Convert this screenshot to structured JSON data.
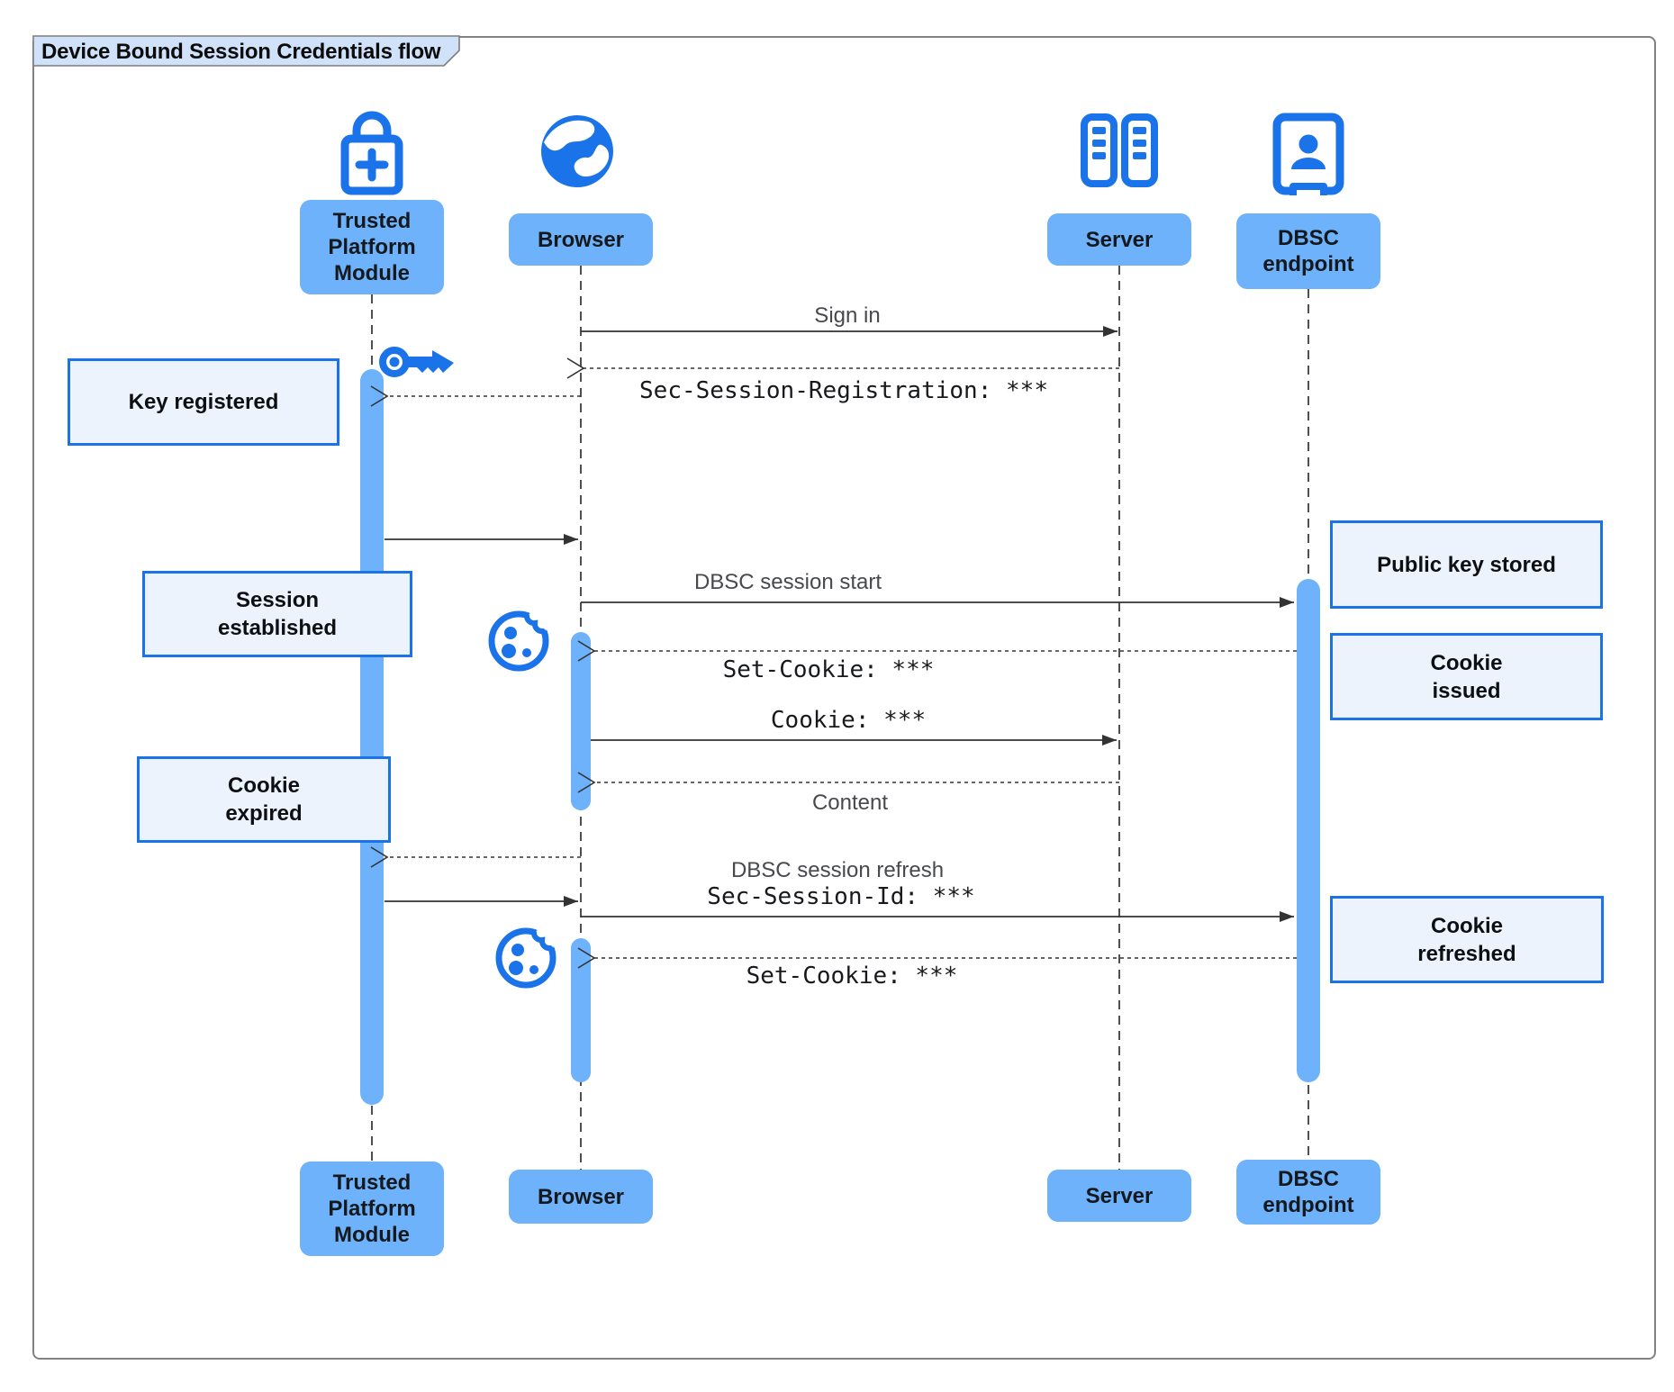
{
  "title": "Device Bound Session Credentials flow",
  "participants": {
    "tpm": {
      "label": "Trusted\nPlatform\nModule",
      "icon": "lock-plus-icon"
    },
    "browser": {
      "label": "Browser",
      "icon": "globe-icon"
    },
    "server": {
      "label": "Server",
      "icon": "server-racks-icon"
    },
    "dbsc": {
      "label": "DBSC\nendpoint",
      "icon": "kiosk-person-icon"
    }
  },
  "messages": {
    "sign_in": "Sign in",
    "sec_session_registration": "Sec-Session-Registration: ***",
    "dbsc_session_start": "DBSC session start",
    "set_cookie_1": "Set-Cookie: ***",
    "cookie": "Cookie: ***",
    "content": "Content",
    "dbsc_session_refresh": "DBSC session refresh",
    "sec_session_id": "Sec-Session-Id: ***",
    "set_cookie_2": "Set-Cookie: ***"
  },
  "notes": {
    "key_registered": "Key registered",
    "session_established": "Session\nestablished",
    "cookie_expired": "Cookie\nexpired",
    "public_key_stored": "Public key stored",
    "cookie_issued": "Cookie\nissued",
    "cookie_refreshed": "Cookie\nrefreshed"
  },
  "colors": {
    "accent_blue": "#1a73e8",
    "fill_blue": "#6db2fa",
    "note_fill": "#edf3fd",
    "title_tab_fill": "#d0e2fa",
    "frame_border": "#828282",
    "arrow_line": "#333333",
    "message_label_text": "#47494d"
  }
}
